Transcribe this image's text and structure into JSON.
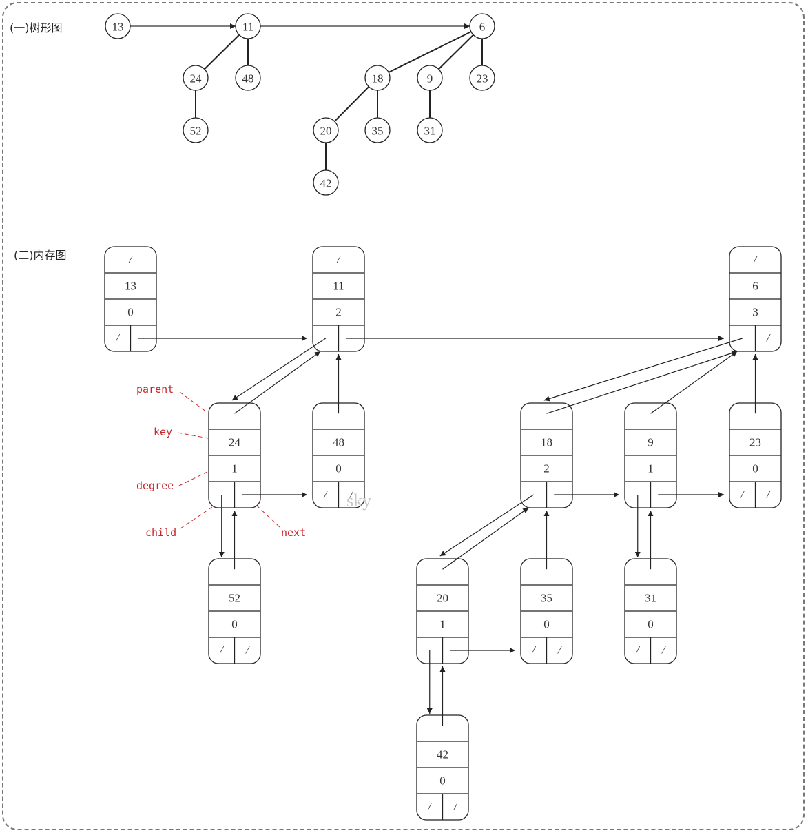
{
  "sections": {
    "tree_title": "(一)树形图",
    "memory_title": "(二)内存图"
  },
  "tree": {
    "nodes": [
      {
        "id": "13",
        "label": "13"
      },
      {
        "id": "11",
        "label": "11"
      },
      {
        "id": "6",
        "label": "6"
      },
      {
        "id": "24",
        "label": "24"
      },
      {
        "id": "48",
        "label": "48"
      },
      {
        "id": "52",
        "label": "52"
      },
      {
        "id": "18",
        "label": "18"
      },
      {
        "id": "9",
        "label": "9"
      },
      {
        "id": "23",
        "label": "23"
      },
      {
        "id": "20",
        "label": "20"
      },
      {
        "id": "35",
        "label": "35"
      },
      {
        "id": "31",
        "label": "31"
      },
      {
        "id": "42",
        "label": "42"
      }
    ],
    "root_links": [
      [
        "13",
        "11"
      ],
      [
        "11",
        "6"
      ]
    ],
    "edges": [
      [
        "11",
        "24"
      ],
      [
        "11",
        "48"
      ],
      [
        "24",
        "52"
      ],
      [
        "6",
        "18"
      ],
      [
        "6",
        "9"
      ],
      [
        "6",
        "23"
      ],
      [
        "18",
        "20"
      ],
      [
        "18",
        "35"
      ],
      [
        "9",
        "31"
      ],
      [
        "20",
        "42"
      ]
    ]
  },
  "memory": {
    "nodes": [
      {
        "id": "13",
        "parent": "/",
        "key": "13",
        "degree": "0",
        "child": "/",
        "next": ""
      },
      {
        "id": "11",
        "parent": "/",
        "key": "11",
        "degree": "2",
        "child": "",
        "next": ""
      },
      {
        "id": "6",
        "parent": "/",
        "key": "6",
        "degree": "3",
        "child": "",
        "next": "/"
      },
      {
        "id": "24",
        "parent": "",
        "key": "24",
        "degree": "1",
        "child": "",
        "next": ""
      },
      {
        "id": "48",
        "parent": "",
        "key": "48",
        "degree": "0",
        "child": "/",
        "next": "/"
      },
      {
        "id": "52",
        "parent": "",
        "key": "52",
        "degree": "0",
        "child": "/",
        "next": "/"
      },
      {
        "id": "18",
        "parent": "",
        "key": "18",
        "degree": "2",
        "child": "",
        "next": ""
      },
      {
        "id": "9",
        "parent": "",
        "key": "9",
        "degree": "1",
        "child": "",
        "next": ""
      },
      {
        "id": "23",
        "parent": "",
        "key": "23",
        "degree": "0",
        "child": "/",
        "next": "/"
      },
      {
        "id": "20",
        "parent": "",
        "key": "20",
        "degree": "1",
        "child": "",
        "next": ""
      },
      {
        "id": "35",
        "parent": "",
        "key": "35",
        "degree": "0",
        "child": "/",
        "next": "/"
      },
      {
        "id": "31",
        "parent": "",
        "key": "31",
        "degree": "0",
        "child": "/",
        "next": "/"
      },
      {
        "id": "42",
        "parent": "",
        "key": "42",
        "degree": "0",
        "child": "/",
        "next": "/"
      }
    ],
    "next_links": [
      [
        "13",
        "11"
      ],
      [
        "11",
        "6"
      ],
      [
        "24",
        "48"
      ],
      [
        "18",
        "9"
      ],
      [
        "9",
        "23"
      ],
      [
        "20",
        "35"
      ]
    ],
    "child_links": [
      [
        "11",
        "24"
      ],
      [
        "6",
        "18"
      ],
      [
        "24",
        "52"
      ],
      [
        "18",
        "20"
      ],
      [
        "9",
        "31"
      ],
      [
        "20",
        "42"
      ]
    ],
    "parent_links": [
      [
        "24",
        "11"
      ],
      [
        "48",
        "11"
      ],
      [
        "52",
        "24"
      ],
      [
        "18",
        "6"
      ],
      [
        "9",
        "6"
      ],
      [
        "23",
        "6"
      ],
      [
        "20",
        "18"
      ],
      [
        "35",
        "18"
      ],
      [
        "31",
        "9"
      ],
      [
        "42",
        "20"
      ]
    ]
  },
  "annotations": {
    "parent": "parent",
    "key": "key",
    "degree": "degree",
    "child": "child",
    "next": "next"
  },
  "watermark": "sky",
  "colors": {
    "annotation": "#c8262c",
    "line": "#333333",
    "frame": "#777777"
  }
}
